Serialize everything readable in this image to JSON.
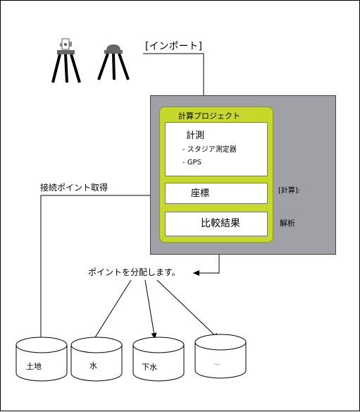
{
  "import_label": "[インポート]",
  "project": {
    "title": "計算プロジェクト",
    "measure": {
      "title": "計測",
      "items": [
        "- スタジア測定器",
        "- GPS"
      ]
    },
    "coordinates": "座標",
    "comparison": "比較結果"
  },
  "side_labels": {
    "calculation": "[計算]:",
    "analysis": "解析"
  },
  "acquire_points": "接続ポイント取得",
  "distribute": "ポイントを分配します。",
  "databases": [
    "土地",
    "水",
    "下水",
    "..."
  ],
  "colors": {
    "panel": "#a0a1a6",
    "project": "#c6d92b"
  },
  "icons": [
    "total-station-tripod-icon",
    "gps-receiver-tripod-icon"
  ]
}
